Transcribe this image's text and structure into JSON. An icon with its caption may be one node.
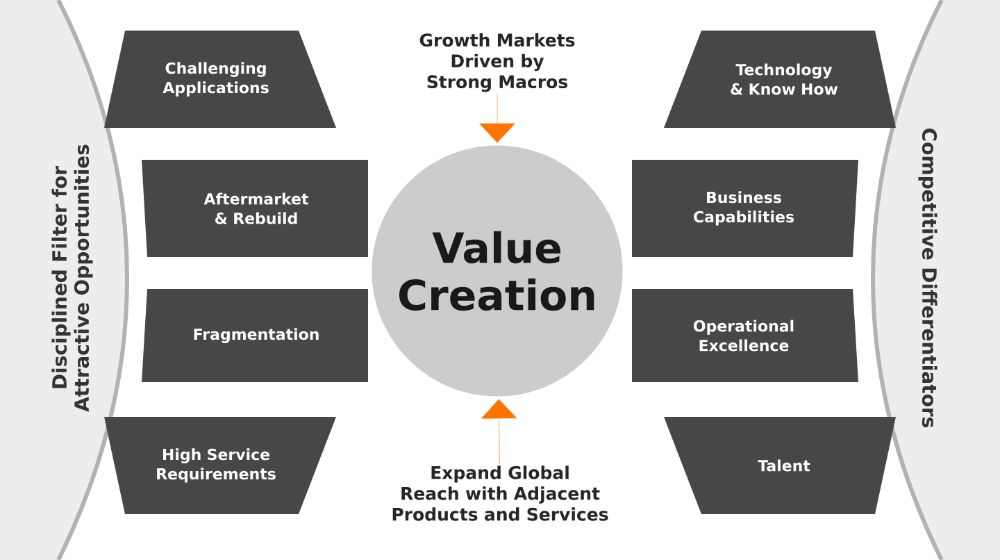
{
  "diagram": {
    "nodes": [
      {
        "text": [
          "Disciplined Filter for Attractive Opportunities"
        ]
      },
      {
        "text": [
          "Competitive Differentiators"
        ]
      },
      {
        "text": [
          "Challenging Applications"
        ]
      },
      {
        "text": [
          "Aftermarket & Rebuild"
        ]
      },
      {
        "text": [
          "Fragmentation"
        ]
      },
      {
        "text": [
          "High Service Requirements"
        ]
      },
      {
        "text": [
          "Technology & Know How"
        ]
      },
      {
        "text": [
          "Business Capabilities"
        ]
      },
      {
        "text": [
          "Operational Excellence"
        ]
      },
      {
        "text": [
          "Talent"
        ]
      },
      {
        "text": [
          "Value Creation"
        ]
      },
      {
        "text": [
          "Growth Markets Driven by Strong Macros"
        ]
      },
      {
        "text": [
          "Expand Global Reach with Adjacent Products and Services"
        ]
      }
    ],
    "edges": [
      {
        "from": 11,
        "to": 10,
        "arrow": "to"
      },
      {
        "from": 12,
        "to": 10,
        "arrow": "to"
      }
    ]
  }
}
